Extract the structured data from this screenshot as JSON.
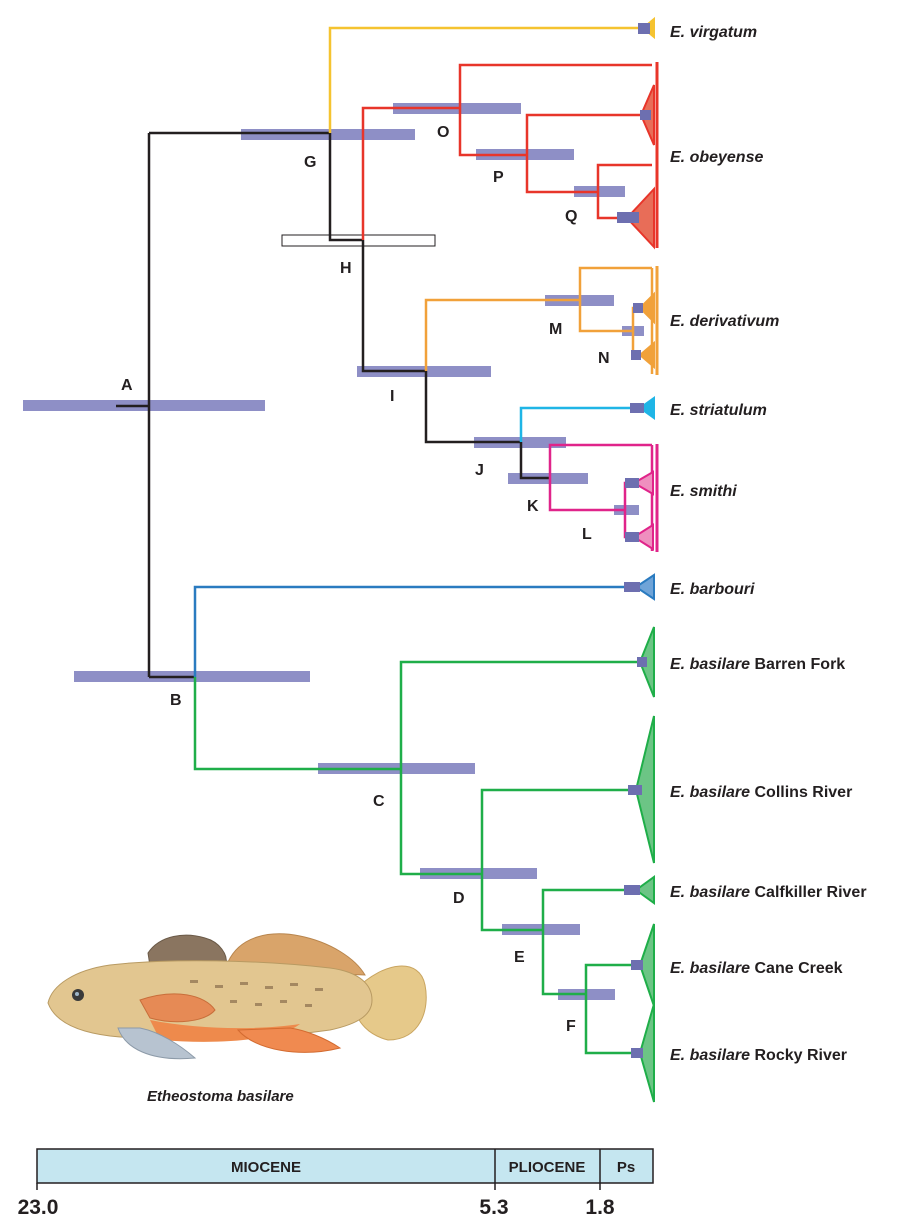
{
  "colors": {
    "black": "#231f20",
    "virgatum": "#f5c330",
    "obeyense": "#e8352a",
    "obeyense_fill": "#e86d58",
    "derivativum": "#f1a13a",
    "striatulum": "#1fb5e6",
    "smithi": "#e0248a",
    "barbouri": "#2a7bc0",
    "basilare": "#1fae49",
    "basilare_fill": "#6cc585",
    "hpd_bar": "#8e8fc6",
    "node_marker": "#6d6fb0",
    "timescale": "#c5e6f0"
  },
  "nodes": [
    "A",
    "B",
    "C",
    "D",
    "E",
    "F",
    "G",
    "H",
    "I",
    "J",
    "K",
    "L",
    "M",
    "N",
    "O",
    "P",
    "Q"
  ],
  "taxa": [
    {
      "id": "virgatum",
      "species": "E. virgatum",
      "population": ""
    },
    {
      "id": "obeyense",
      "species": "E. obeyense",
      "population": ""
    },
    {
      "id": "derivativum",
      "species": "E. derivativum",
      "population": ""
    },
    {
      "id": "striatulum",
      "species": "E. striatulum",
      "population": ""
    },
    {
      "id": "smithi",
      "species": "E. smithi",
      "population": ""
    },
    {
      "id": "barbouri",
      "species": "E. barbouri",
      "population": ""
    },
    {
      "id": "barren",
      "species": "E. basilare",
      "population": "Barren Fork"
    },
    {
      "id": "collins",
      "species": "E. basilare",
      "population": "Collins River"
    },
    {
      "id": "calfkiller",
      "species": "E. basilare",
      "population": "Calfkiller River"
    },
    {
      "id": "cane",
      "species": "E. basilare",
      "population": "Cane Creek"
    },
    {
      "id": "rocky",
      "species": "E. basilare",
      "population": "Rocky River"
    }
  ],
  "timescale": {
    "epochs": [
      "MIOCENE",
      "PLIOCENE",
      "Ps"
    ],
    "ticks": [
      "23.0",
      "5.3",
      "1.8"
    ]
  },
  "fish": {
    "caption": "Etheostoma basilare",
    "icon": "fish-photo"
  }
}
